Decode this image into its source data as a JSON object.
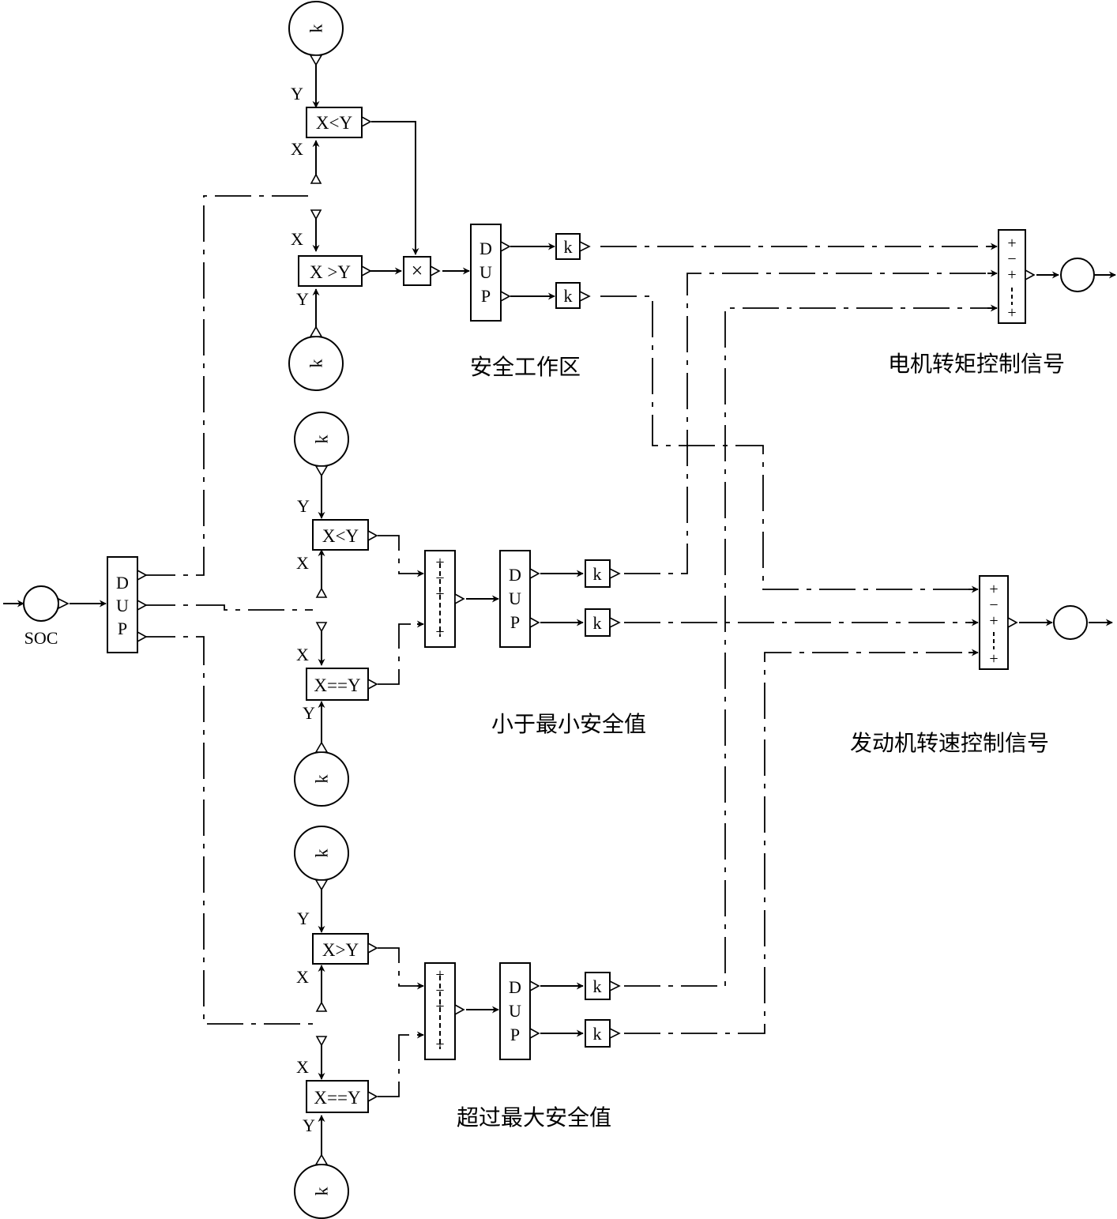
{
  "labels": {
    "soc": "SOC",
    "dup": "DUP",
    "k": "k",
    "x": "X",
    "y": "Y",
    "lt": "X<Y",
    "gt_top": "X >Y",
    "gt_bottom": "X>Y",
    "eq": "X==Y",
    "mult": "×",
    "plus": "+",
    "minus": "−"
  },
  "captions": {
    "safe_zone": "安全工作区",
    "below_min": "小于最小安全值",
    "above_max": "超过最大安全值",
    "motor_signal": "电机转矩控制信号",
    "engine_signal": "发动机转速控制信号"
  }
}
